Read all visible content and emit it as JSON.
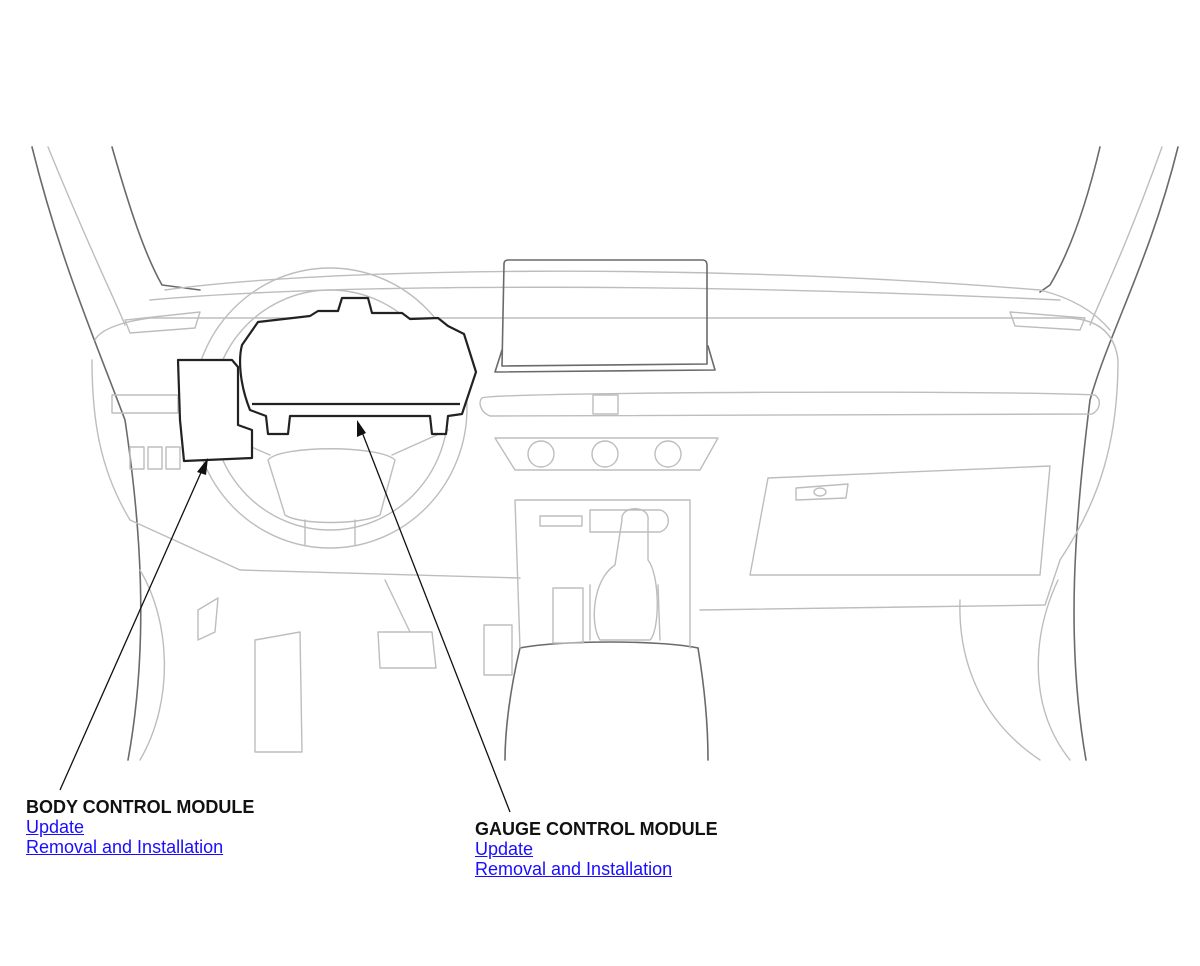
{
  "callouts": {
    "body_control_module": {
      "title": "BODY CONTROL MODULE",
      "links": [
        "Update",
        "Removal and Installation"
      ]
    },
    "gauge_control_module": {
      "title": "GAUGE CONTROL MODULE",
      "links": [
        "Update",
        "Removal and Installation"
      ]
    }
  },
  "colors": {
    "link": "#1a0dff",
    "outline_light": "#bdbdbd",
    "outline_dark": "#222222"
  }
}
